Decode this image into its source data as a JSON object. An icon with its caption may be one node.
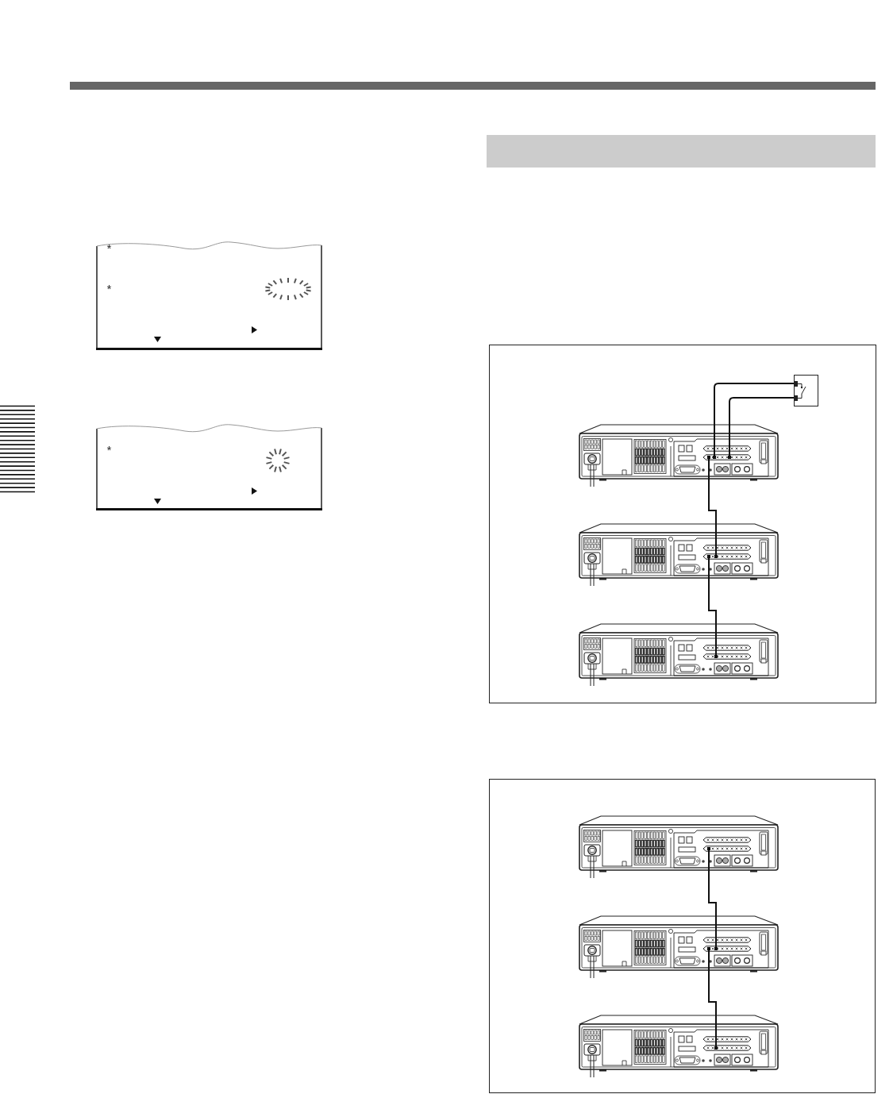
{
  "diagram": {
    "nodes": [
      {
        "text": [
          "*",
          "*"
        ]
      },
      {
        "text": [
          "*"
        ]
      },
      {
        "text": [],
        "shape": "bar"
      },
      {
        "text": [],
        "shape": "box"
      },
      {
        "text": [],
        "shape": "box",
        "in": 3
      },
      {
        "text": [],
        "shape": "picture",
        "in": 3
      },
      {
        "text": [],
        "shape": "picture",
        "in": 3
      },
      {
        "text": [],
        "shape": "picture",
        "in": 3
      },
      {
        "text": [],
        "shape": "box"
      },
      {
        "text": [],
        "shape": "picture",
        "in": 8
      },
      {
        "text": [],
        "shape": "picture",
        "in": 8
      },
      {
        "text": [],
        "shape": "picture",
        "in": 8
      }
    ],
    "edges": [
      {
        "from": 4,
        "to": 5,
        "arrow": "none"
      },
      {
        "from": 4,
        "to": 5,
        "arrow": "none"
      },
      {
        "from": 5,
        "to": 6,
        "arrow": "none"
      },
      {
        "from": 6,
        "to": 7,
        "arrow": "none"
      },
      {
        "from": 9,
        "to": 10,
        "arrow": "none"
      },
      {
        "from": 10,
        "to": 11,
        "arrow": "none"
      }
    ]
  }
}
